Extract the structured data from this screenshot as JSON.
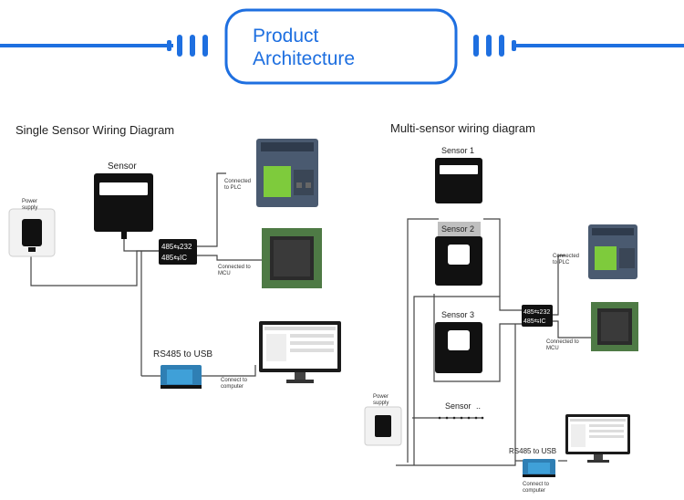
{
  "header": {
    "title_line1": "Product",
    "title_line2": "Architecture",
    "accent_color": "#1e6fe0"
  },
  "single": {
    "title": "Single Sensor Wiring Diagram",
    "sensor_label": "Sensor",
    "power_label_1": "Power",
    "power_label_2": "supply",
    "converter_line1": "485⇆232",
    "converter_line2": "485⇆IC",
    "plc_label_1": "Connected",
    "plc_label_2": "to PLC",
    "mcu_label_1": "Connected to",
    "mcu_label_2": "MCU",
    "usb_label": "RS485 to USB",
    "computer_label_1": "Connect to",
    "computer_label_2": "computer"
  },
  "multi": {
    "title": "Multi-sensor wiring diagram",
    "sensor1_label": "Sensor 1",
    "sensor2_label": "Sensor 2",
    "sensor3_label": "Sensor 3",
    "sensorn_label": "Sensor",
    "sensorn_dots": "..",
    "power_label_1": "Power",
    "power_label_2": "supply",
    "converter_line1": "485⇆232",
    "converter_line2": "485⇆IC",
    "plc_label_1": "Connected",
    "plc_label_2": "to PLC",
    "mcu_label_1": "Connected to",
    "mcu_label_2": "MCU",
    "usb_label": "RS485 to USB",
    "computer_label_1": "Connect to",
    "computer_label_2": "computer"
  },
  "icons": [
    "sensor-icon",
    "power-supply-icon",
    "converter-icon",
    "plc-icon",
    "mcu-chip-icon",
    "usb-adapter-icon",
    "computer-monitor-icon"
  ]
}
